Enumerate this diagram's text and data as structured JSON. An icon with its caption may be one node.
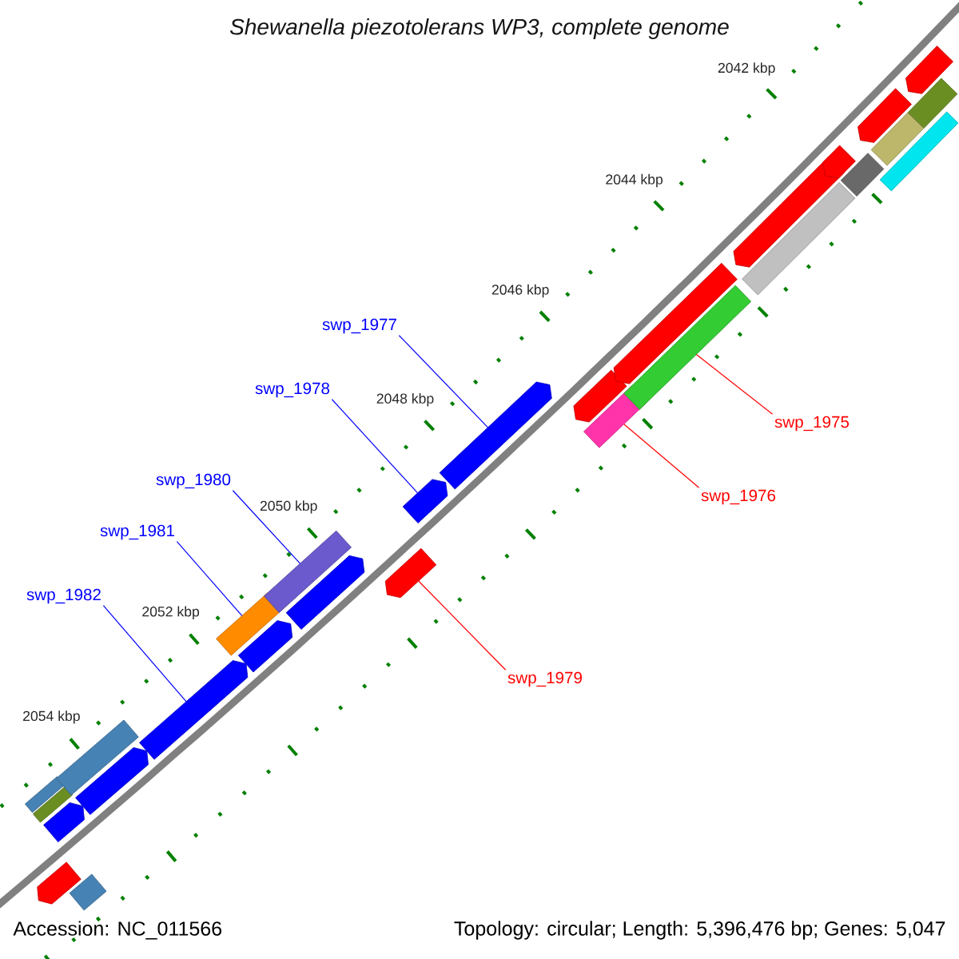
{
  "diagram": {
    "title": "Shewanella piezotolerans WP3, complete genome",
    "nodes": [
      {
        "text": [
          "swp_1977"
        ]
      },
      {
        "text": [
          "swp_1978"
        ]
      },
      {
        "text": [
          "swp_1975"
        ]
      },
      {
        "text": [
          "swp_1980"
        ]
      },
      {
        "text": [
          "swp_1976"
        ]
      },
      {
        "text": [
          "swp_1981"
        ]
      },
      {
        "text": [
          "swp_1982"
        ]
      },
      {
        "text": [
          "swp_1979"
        ]
      },
      {
        "text": [],
        "shape": "pentagon"
      },
      {
        "text": [],
        "shape": "bar"
      },
      {
        "text": [],
        "shape": "bar"
      },
      {
        "text": [],
        "shape": "bar"
      },
      {
        "text": [],
        "shape": "pentagon"
      },
      {
        "text": [],
        "shape": "bar"
      },
      {
        "text": [],
        "shape": "pentagon"
      },
      {
        "text": [],
        "shape": "pentagon"
      },
      {
        "text": [],
        "shape": "bar"
      },
      {
        "text": [],
        "shape": "pentagon"
      },
      {
        "text": [],
        "shape": "bar"
      },
      {
        "text": [],
        "shape": "pentagon"
      },
      {
        "text": [],
        "shape": "pentagon"
      },
      {
        "text": [],
        "shape": "pentagon"
      },
      {
        "text": [],
        "shape": "pentagon"
      },
      {
        "text": [],
        "shape": "pentagon"
      },
      {
        "text": [],
        "shape": "bar"
      },
      {
        "text": [],
        "shape": "pentagon"
      },
      {
        "text": [],
        "shape": "bar"
      },
      {
        "text": [],
        "shape": "pentagon"
      },
      {
        "text": [],
        "shape": "bar"
      },
      {
        "text": [],
        "shape": "pentagon"
      },
      {
        "text": [],
        "shape": "bar"
      },
      {
        "text": [],
        "shape": "pentagon"
      },
      {
        "text": [],
        "shape": "bar"
      },
      {
        "text": [],
        "shape": "bar"
      },
      {
        "text": [],
        "shape": "pentagon"
      },
      {
        "text": [],
        "shape": "bar"
      }
    ],
    "edges": [
      {
        "from": 0,
        "to": 22,
        "arrow": "none"
      },
      {
        "from": 1,
        "to": 21,
        "arrow": "none"
      },
      {
        "from": 2,
        "to": 26,
        "arrow": "none",
        "color": "#ff0000"
      },
      {
        "from": 3,
        "to": 18,
        "arrow": "none"
      },
      {
        "from": 4,
        "to": 24,
        "arrow": "none",
        "color": "#ff0000"
      },
      {
        "from": 5,
        "to": 16,
        "arrow": "none"
      },
      {
        "from": 6,
        "to": 15,
        "arrow": "none"
      },
      {
        "from": 7,
        "to": 20,
        "arrow": "none",
        "color": "#ff0000"
      }
    ],
    "labels": [
      "2042 kbp",
      "2044 kbp",
      "2046 kbp",
      "2048 kbp",
      "2050 kbp",
      "2052 kbp",
      "2054 kbp",
      "Accession: NC_011566",
      "Topology: circular; Length: 5,396,476 bp; Genes: 5,047"
    ]
  }
}
